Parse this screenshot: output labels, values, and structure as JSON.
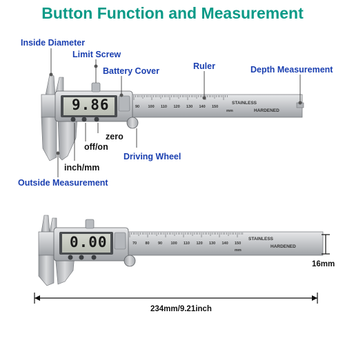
{
  "title": "Button Function and Measurement",
  "top_caliper": {
    "display_value": "9.86",
    "labels": {
      "inside_diameter": "Inside Diameter",
      "limit_screw": "Limit Screw",
      "battery_cover": "Battery Cover",
      "ruler": "Ruler",
      "depth_measurement": "Depth Measurement",
      "zero": "zero",
      "off_on": "off/on",
      "driving_wheel": "Driving Wheel",
      "inch_mm": "inch/mm",
      "outside_measurement": "Outside Measurement"
    },
    "scale_marks": [
      "90",
      "100",
      "110",
      "120",
      "130",
      "140",
      "150"
    ],
    "scale_unit": "mm",
    "stamp_line1": "STAINLESS",
    "stamp_line2": "HARDENED"
  },
  "bottom_caliper": {
    "display_value": "0.00",
    "scale_marks": [
      "70",
      "80",
      "90",
      "100",
      "110",
      "120",
      "130",
      "140",
      "150"
    ],
    "scale_unit": "mm",
    "stamp_line1": "STAINLESS",
    "stamp_line2": "HARDENED",
    "height_label": "16mm",
    "length_label": "234mm/9.21inch"
  },
  "colors": {
    "title": "#0a9a87",
    "label": "#1a3fb0",
    "lcd": "#c9ccc3",
    "steel": "#c7c9cc"
  }
}
